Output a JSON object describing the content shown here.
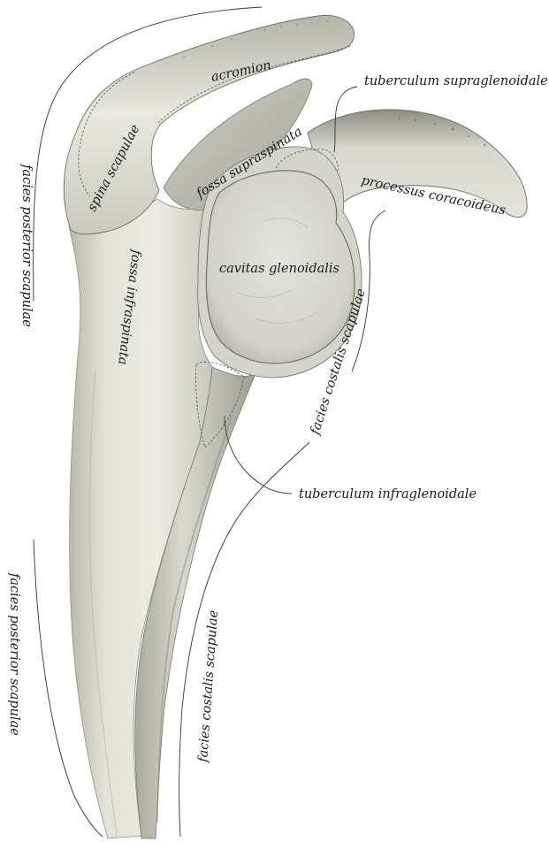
{
  "labels": {
    "acromion": "acromion",
    "spina_scapulae": "spina scapulae",
    "fossa_supraspinata": "fossa supraspinata",
    "tuberculum_supraglenoidale": "tuberculum supraglenoidale",
    "processus_coracoideus": "processus coracoideus",
    "cavitas_glenoidalis": "cavitas glenoidalis",
    "fossa_infraspinata": "fossa infraspinata",
    "facies_posterior_upper": "facies posterior scapulae",
    "facies_posterior_lower": "facies posterior scapulae",
    "facies_costalis_upper": "facies costalis scapulae",
    "facies_costalis_lower": "facies costalis scapulae",
    "tuberculum_infraglenoidale": "tuberculum infraglenoidale"
  },
  "colors": {
    "background": "#ffffff",
    "bone_light": "#e6e6dc",
    "bone_mid": "#cfcfc4",
    "bone_shadow": "#9a9a8e",
    "bone_dark": "#5e5e55",
    "glenoid_face": "#d9d9d2",
    "text": "#1a1a1a",
    "line": "#333333"
  }
}
